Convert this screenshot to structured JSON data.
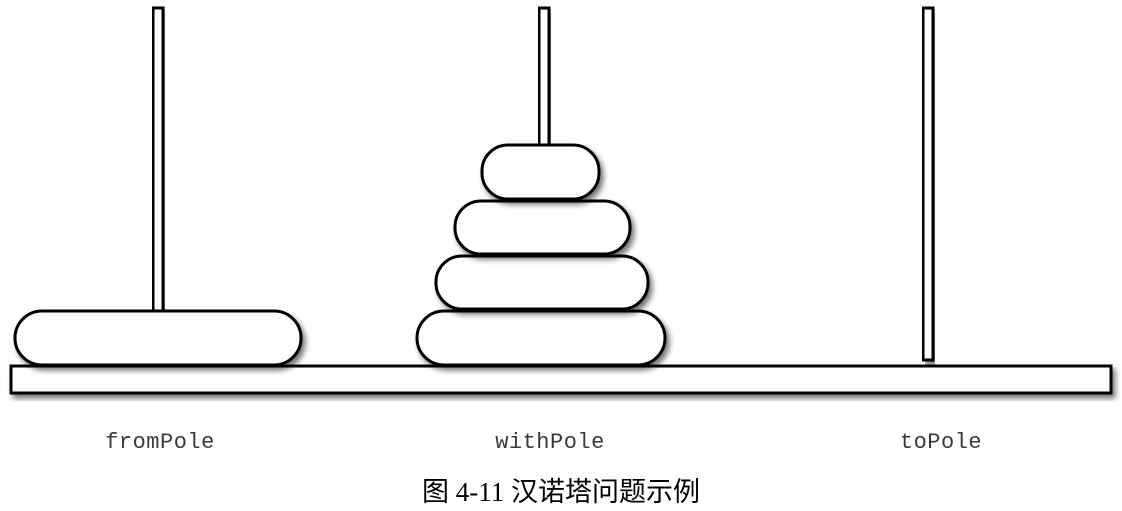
{
  "diagram": {
    "poles": [
      {
        "id": "from",
        "label": "fromPole",
        "disk_count": 1
      },
      {
        "id": "with",
        "label": "withPole",
        "disk_count": 4
      },
      {
        "id": "to",
        "label": "toPole",
        "disk_count": 0
      }
    ],
    "caption": "图 4-11    汉诺塔问题示例",
    "colors": {
      "outline": "#000000",
      "fill": "#ffffff",
      "shadow": "#888888"
    }
  }
}
